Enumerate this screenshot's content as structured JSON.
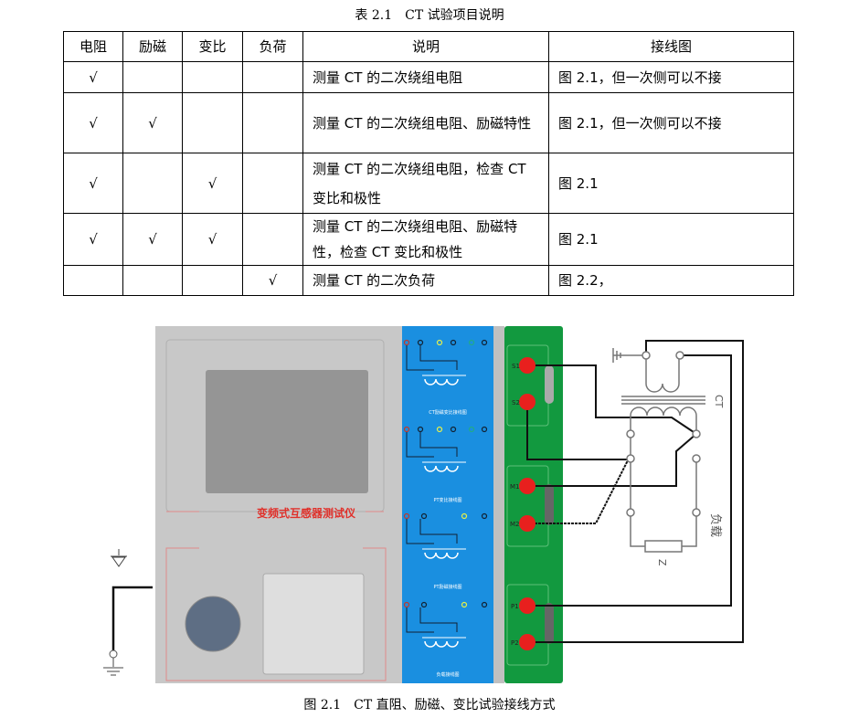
{
  "table_title": "表 2.1　CT 试验项目说明",
  "headers": [
    "电阻",
    "励磁",
    "变比",
    "负荷",
    "说明",
    "接线图"
  ],
  "rows": [
    {
      "c": [
        "√",
        "",
        "",
        ""
      ],
      "desc": "测量 CT 的二次绕组电阻",
      "wiring": "图 2.1，但一次侧可以不接"
    },
    {
      "c": [
        "√",
        "√",
        "",
        ""
      ],
      "desc": "测量 CT 的二次绕组电阻、励磁特性",
      "wiring": "图 2.1，但一次侧可以不接"
    },
    {
      "c": [
        "√",
        "",
        "√",
        ""
      ],
      "desc": "测量 CT 的二次绕组电阻，检查 CT 变比和极性",
      "wiring": "图 2.1"
    },
    {
      "c": [
        "√",
        "√",
        "√",
        ""
      ],
      "desc": "测量 CT 的二次绕组电阻、励磁特性，检查 CT 变比和极性",
      "wiring": "图 2.1"
    },
    {
      "c": [
        "",
        "",
        "",
        "√"
      ],
      "desc": "测量 CT 的二次负荷",
      "wiring": "图 2.2，"
    }
  ],
  "diagram": {
    "device_name": "变频式互感器测试仪",
    "panel_captions": [
      "CT励磁变比接线图",
      "PT变比接线图",
      "PT励磁接线图",
      "负载接线图"
    ],
    "terminals": [
      "S1",
      "S2",
      "M1",
      "M2",
      "P1",
      "P2"
    ],
    "ct_label": "CT",
    "load_label": "负载",
    "z_label": "Z"
  },
  "caption": "图 2.1　CT 直阻、励磁、变比试验接线方式",
  "colors": {
    "device": "#c8c8c8",
    "blue_panel": "#1a8fe0",
    "green_panel": "#12993f",
    "terminal": "#e8201e"
  }
}
